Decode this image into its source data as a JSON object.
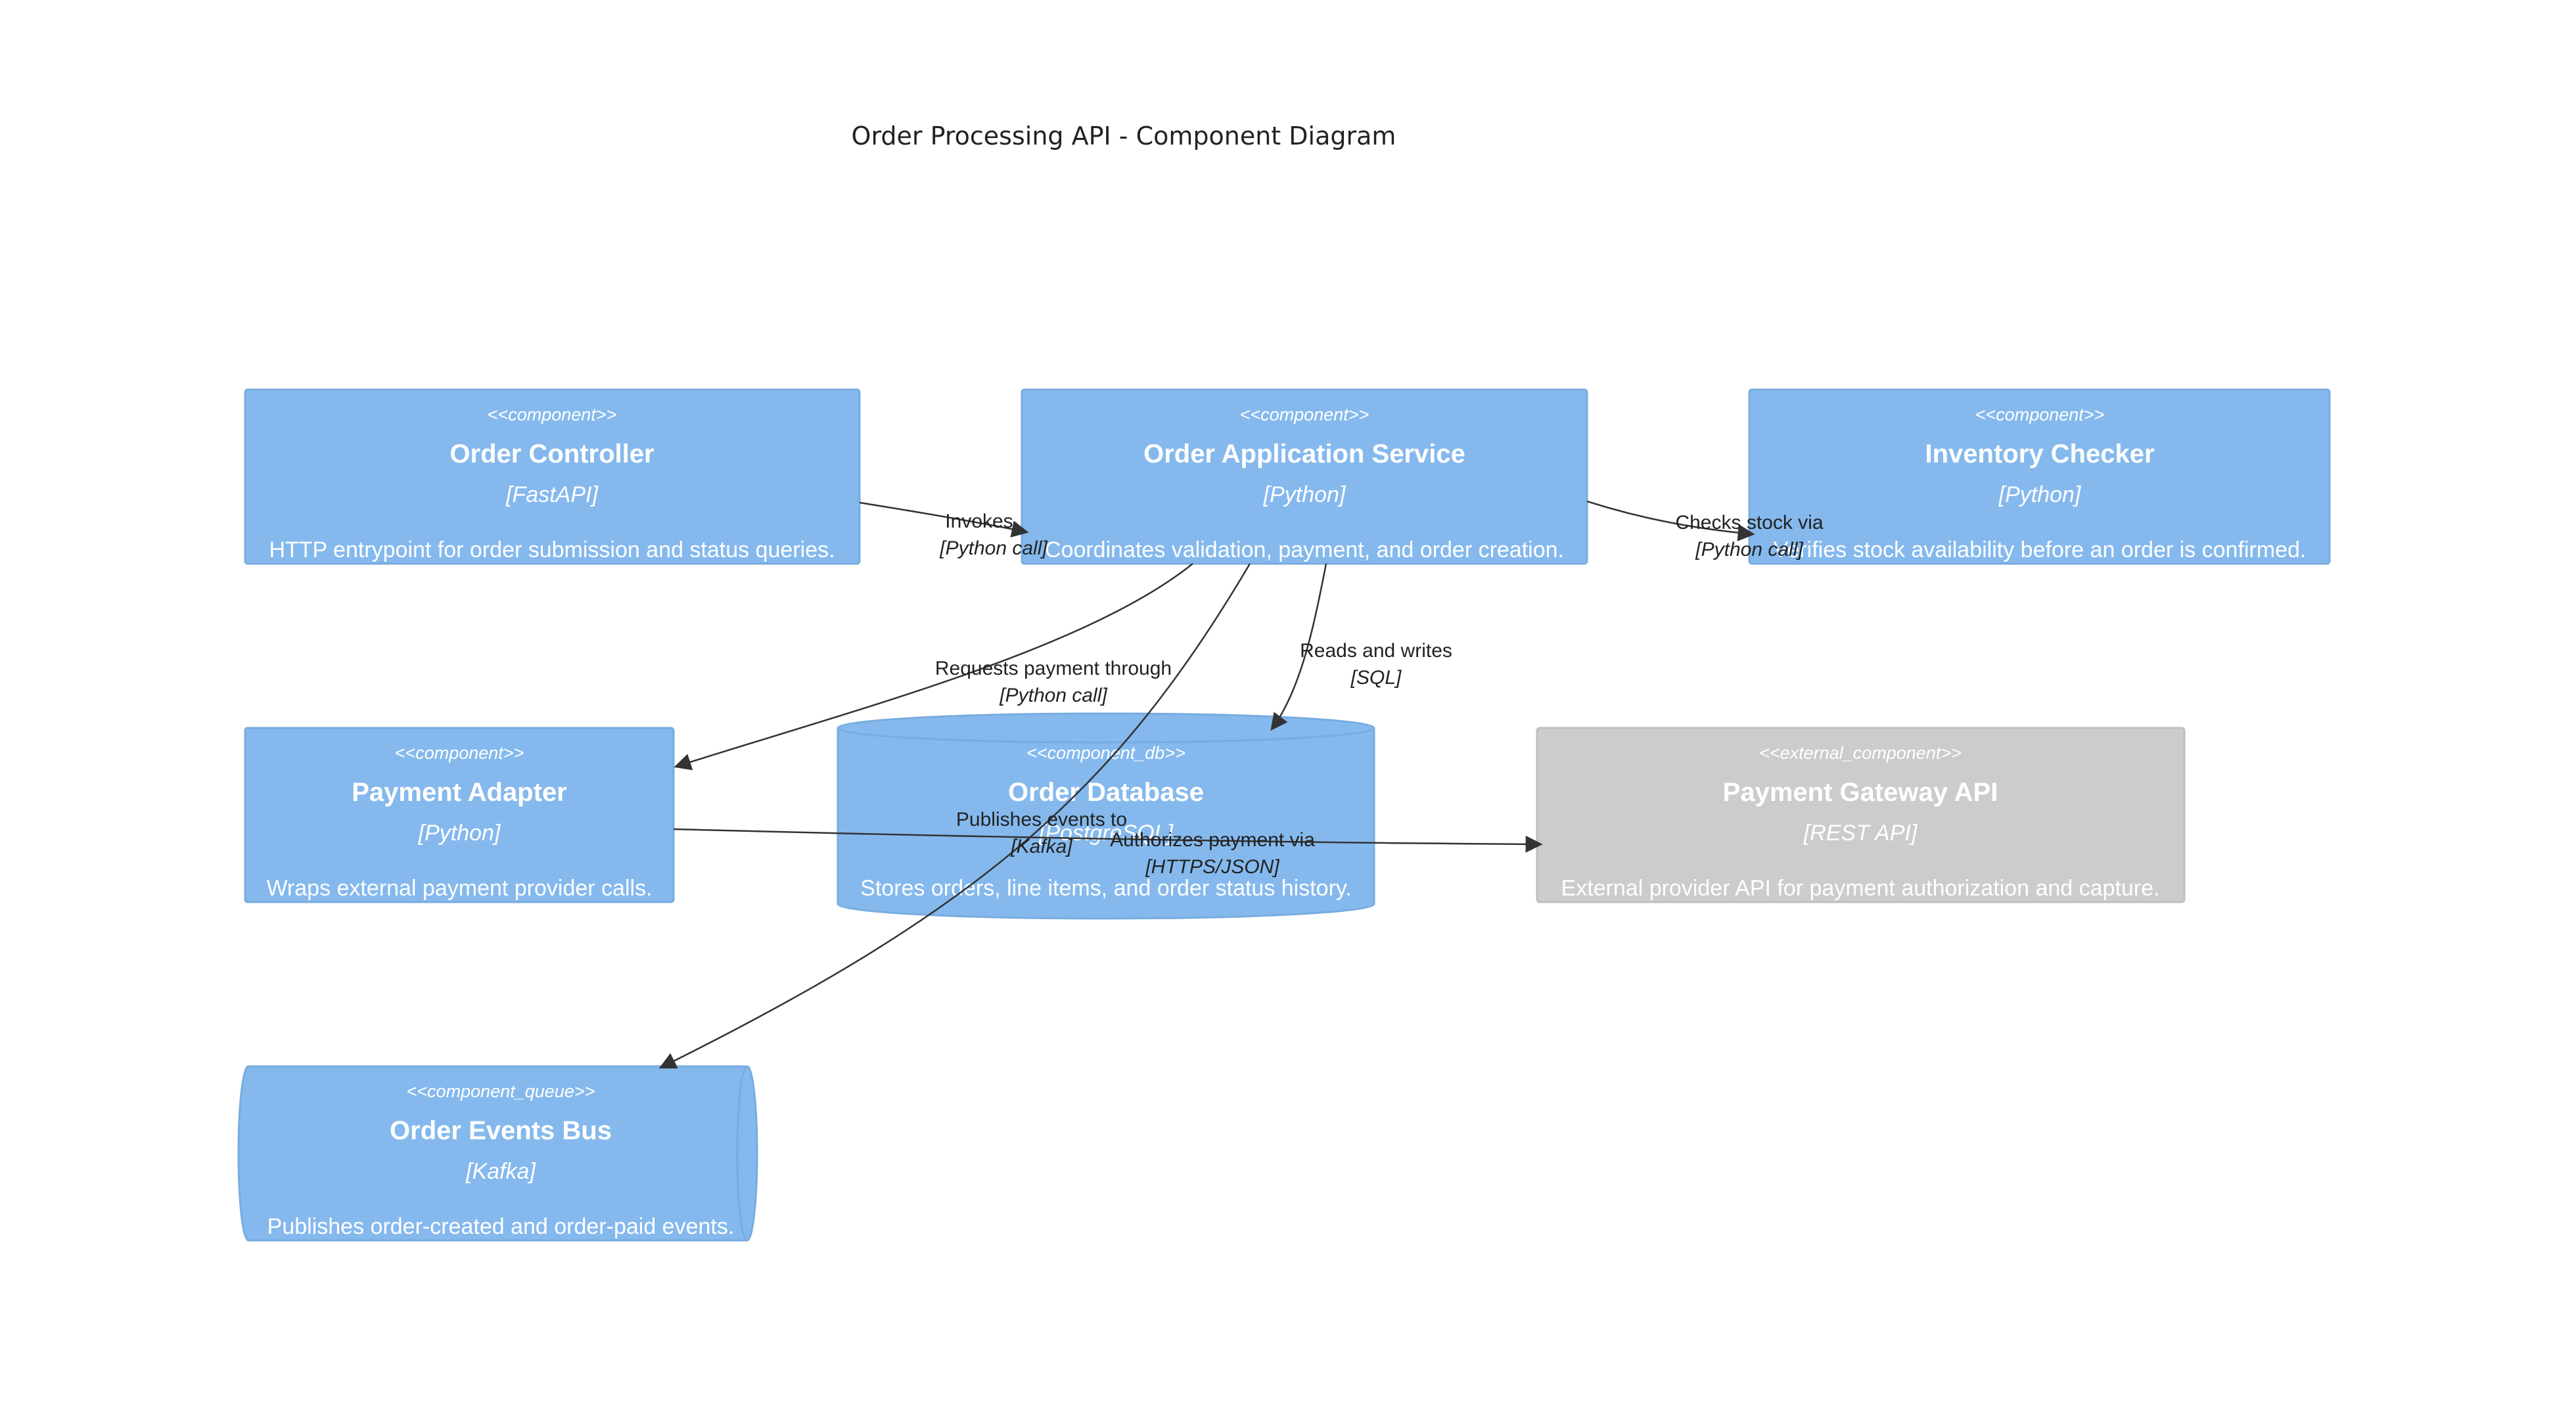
{
  "diagram": {
    "title": "Order Processing API - Component Diagram",
    "colors": {
      "component_fill": "#85b9ed",
      "component_stroke": "#78acdf",
      "external_fill": "#cccccc",
      "external_stroke": "#bfbfbf",
      "edge": "#333333",
      "text_on_node": "#ffffff"
    },
    "nodes": {
      "order_controller": {
        "stereotype": "<<component>>",
        "name": "Order Controller",
        "tech": "[FastAPI]",
        "description": "HTTP entrypoint for order submission and status queries."
      },
      "order_app_service": {
        "stereotype": "<<component>>",
        "name": "Order Application Service",
        "tech": "[Python]",
        "description": "Coordinates validation, payment, and order creation."
      },
      "inventory_checker": {
        "stereotype": "<<component>>",
        "name": "Inventory Checker",
        "tech": "[Python]",
        "description": "Verifies stock availability before an order is confirmed."
      },
      "payment_adapter": {
        "stereotype": "<<component>>",
        "name": "Payment Adapter",
        "tech": "[Python]",
        "description": "Wraps external payment provider calls."
      },
      "order_database": {
        "stereotype": "<<component_db>>",
        "name": "Order Database",
        "tech": "[PostgreSQL]",
        "description": "Stores orders, line items, and order status history."
      },
      "payment_gateway": {
        "stereotype": "<<external_component>>",
        "name": "Payment Gateway API",
        "tech": "[REST API]",
        "description": "External provider API for payment authorization and capture."
      },
      "order_events_bus": {
        "stereotype": "<<component_queue>>",
        "name": "Order Events Bus",
        "tech": "[Kafka]",
        "description": "Publishes order-created and order-paid events."
      }
    },
    "edges": {
      "invokes": {
        "label": "Invokes",
        "tech": "[Python call]"
      },
      "checks_stock": {
        "label": "Checks stock via",
        "tech": "[Python call]"
      },
      "requests_payment": {
        "label": "Requests payment through",
        "tech": "[Python call]"
      },
      "reads_writes": {
        "label": "Reads and writes",
        "tech": "[SQL]"
      },
      "publishes": {
        "label": "Publishes events to",
        "tech": "[Kafka]"
      },
      "authorizes": {
        "label": "Authorizes payment via",
        "tech": "[HTTPS/JSON]"
      }
    }
  }
}
